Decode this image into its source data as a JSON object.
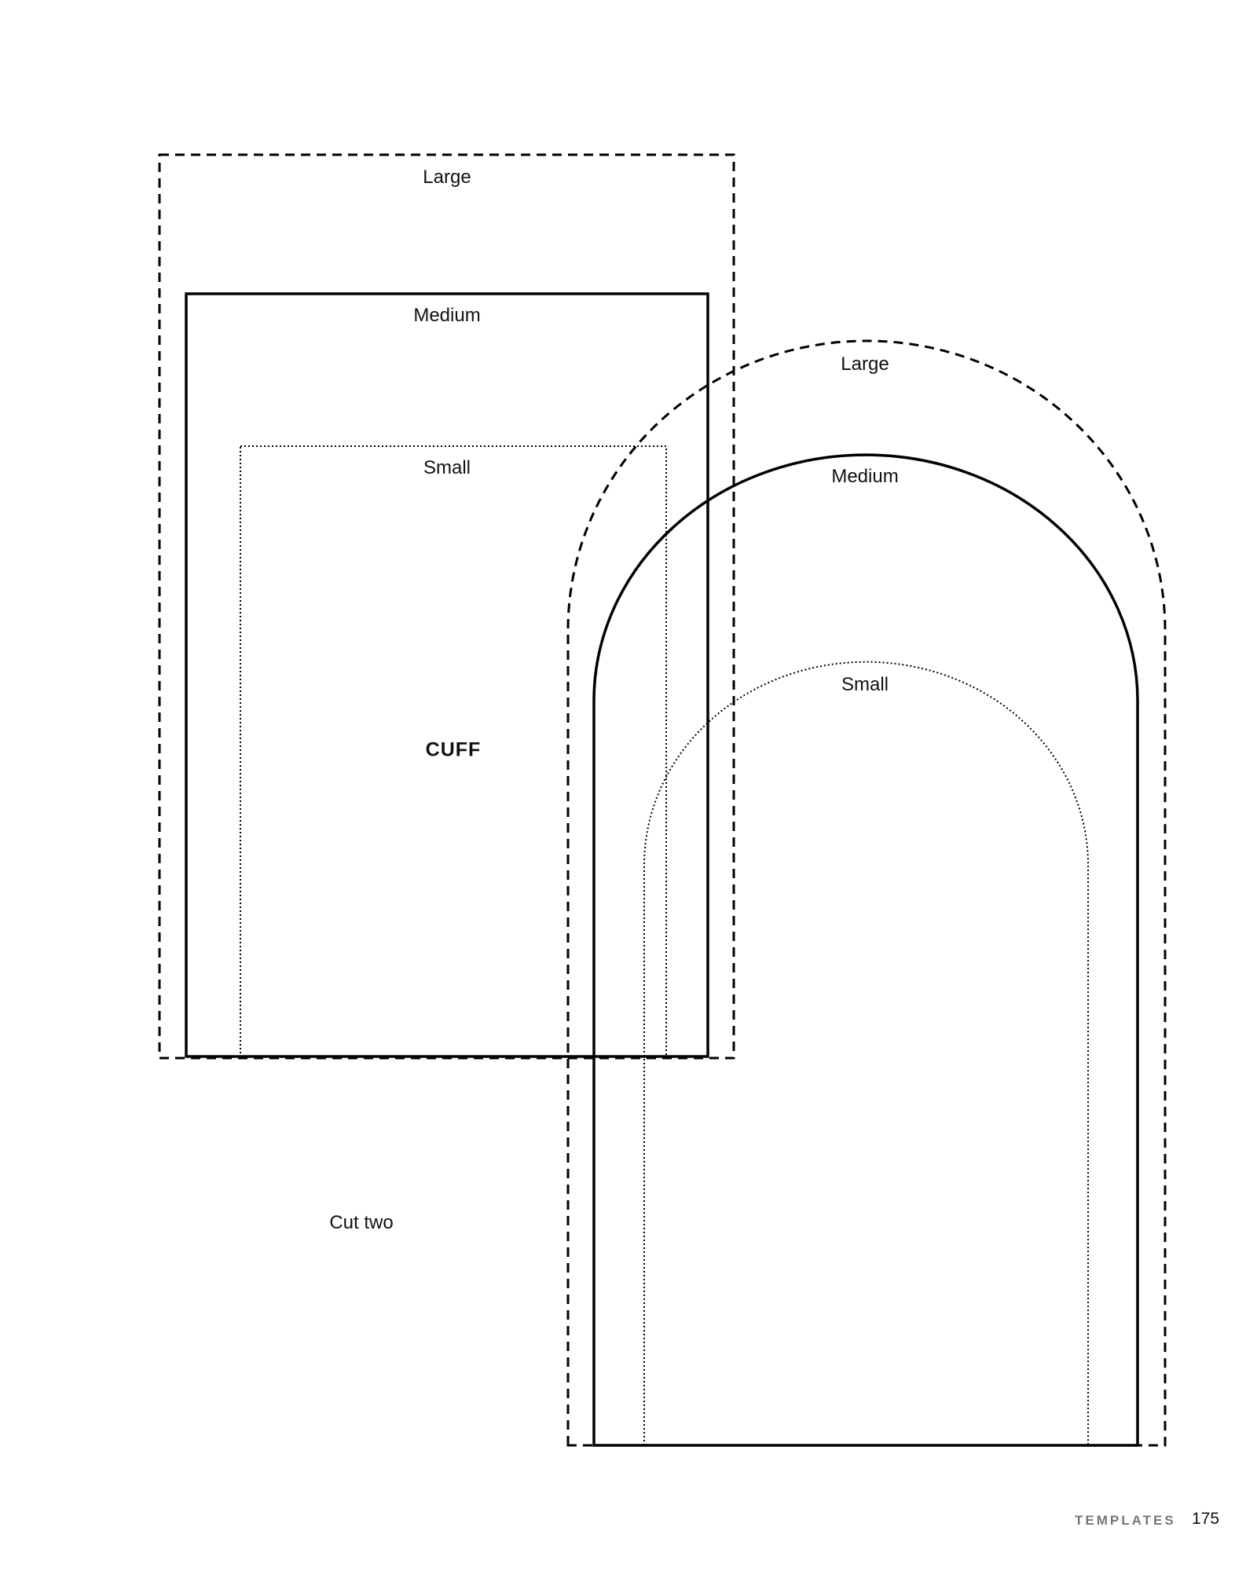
{
  "cuff": {
    "title": "CUFF",
    "instruction": "Cut two",
    "sizes": {
      "large": "Large",
      "medium": "Medium",
      "small": "Small"
    }
  },
  "mitten": {
    "sizes": {
      "large": "Large",
      "medium": "Medium",
      "small": "Small"
    }
  },
  "footer": {
    "section": "TEMPLATES",
    "page_number": "175"
  }
}
